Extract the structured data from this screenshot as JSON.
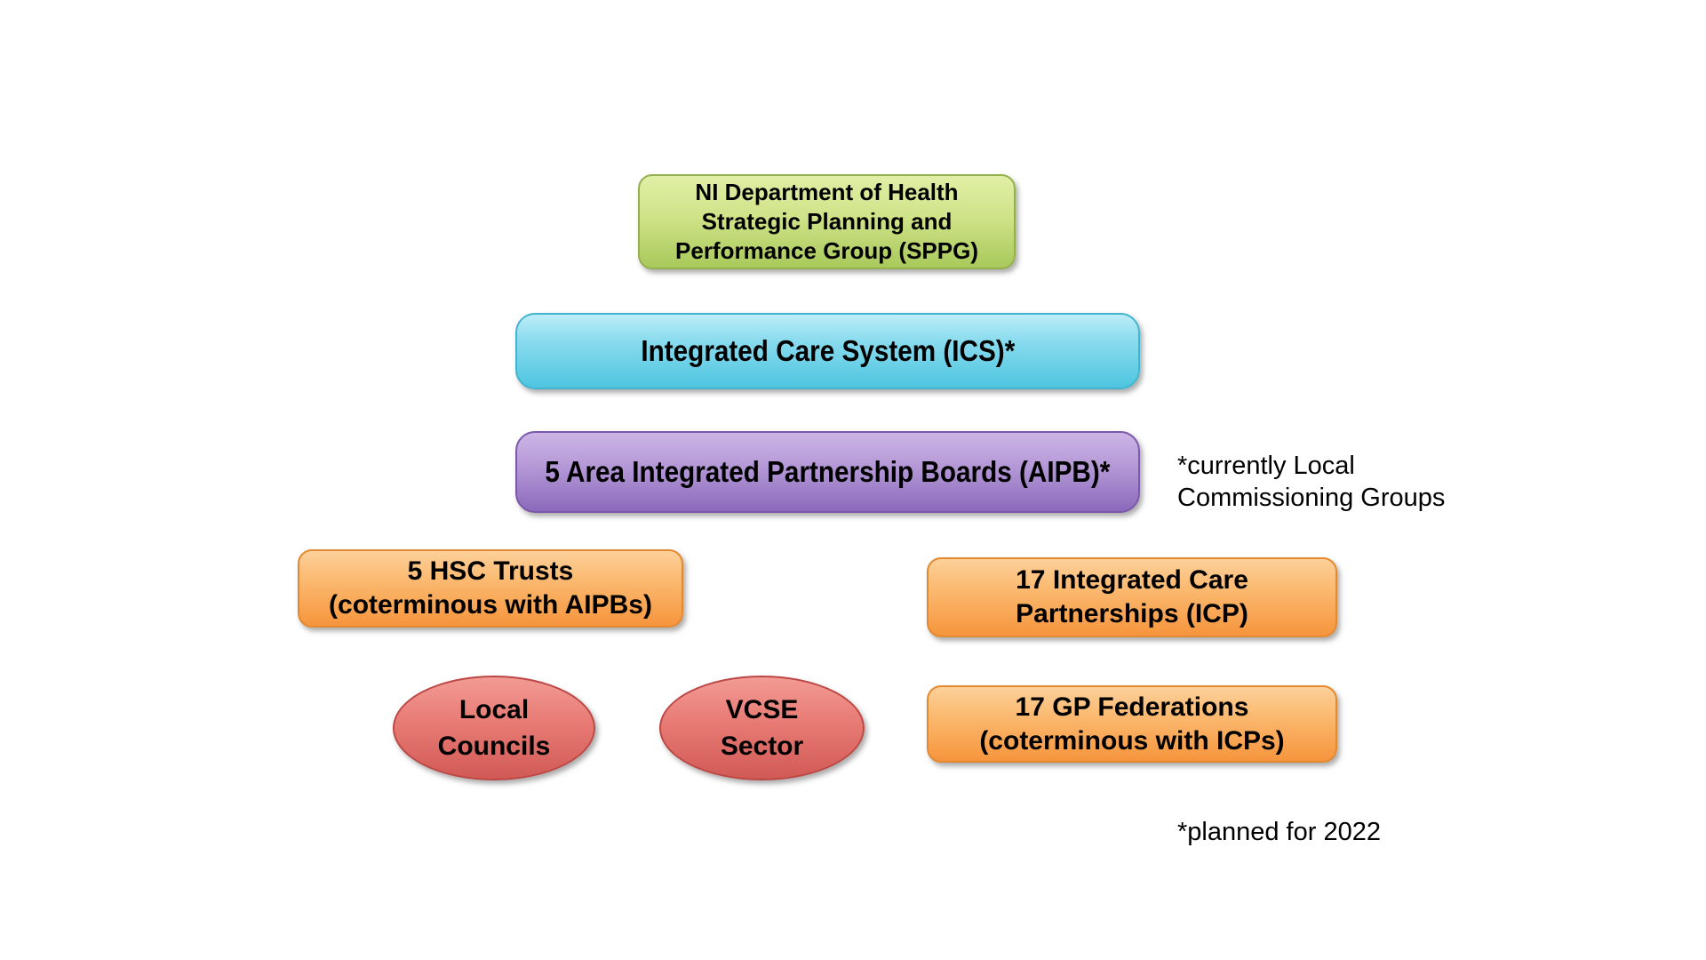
{
  "palette": {
    "background": "#ffffff",
    "text": "#000000",
    "green_top": "#e0efa6",
    "green_bottom": "#a9c95b",
    "green_border": "#95b14e",
    "cyan_top": "#bdedf8",
    "cyan_bottom": "#4ec5e0",
    "cyan_border": "#43b4cf",
    "purple_top": "#cdb5e6",
    "purple_bottom": "#8b69bb",
    "purple_border": "#7b58a8",
    "orange_top": "#fdd09a",
    "orange_bottom": "#f6953d",
    "orange_border": "#e28a32",
    "red_top": "#f29b94",
    "red_bottom": "#d15a56",
    "red_border": "#bc4845"
  },
  "nodes": {
    "sppg": {
      "lines": [
        "NI Department of Health",
        "Strategic Planning and",
        "Performance Group (SPPG)"
      ]
    },
    "ics": {
      "label": "Integrated Care System (ICS)*"
    },
    "aipb": {
      "label": "5 Area Integrated Partnership Boards (AIPB)*"
    },
    "hsc_trusts": {
      "lines": [
        "5 HSC Trusts",
        "(coterminous with AIPBs)"
      ]
    },
    "icp": {
      "lines": [
        "17 Integrated Care",
        "Partnerships (ICP)"
      ]
    },
    "local_councils": {
      "lines": [
        "Local",
        "Councils"
      ]
    },
    "vcse": {
      "lines": [
        "VCSE",
        "Sector"
      ]
    },
    "gp_federations": {
      "lines": [
        "17 GP Federations",
        "(coterminous with ICPs)"
      ]
    }
  },
  "notes": {
    "currently": {
      "lines": [
        "*currently Local",
        "Commissioning Groups"
      ]
    },
    "planned": "*planned for 2022"
  }
}
